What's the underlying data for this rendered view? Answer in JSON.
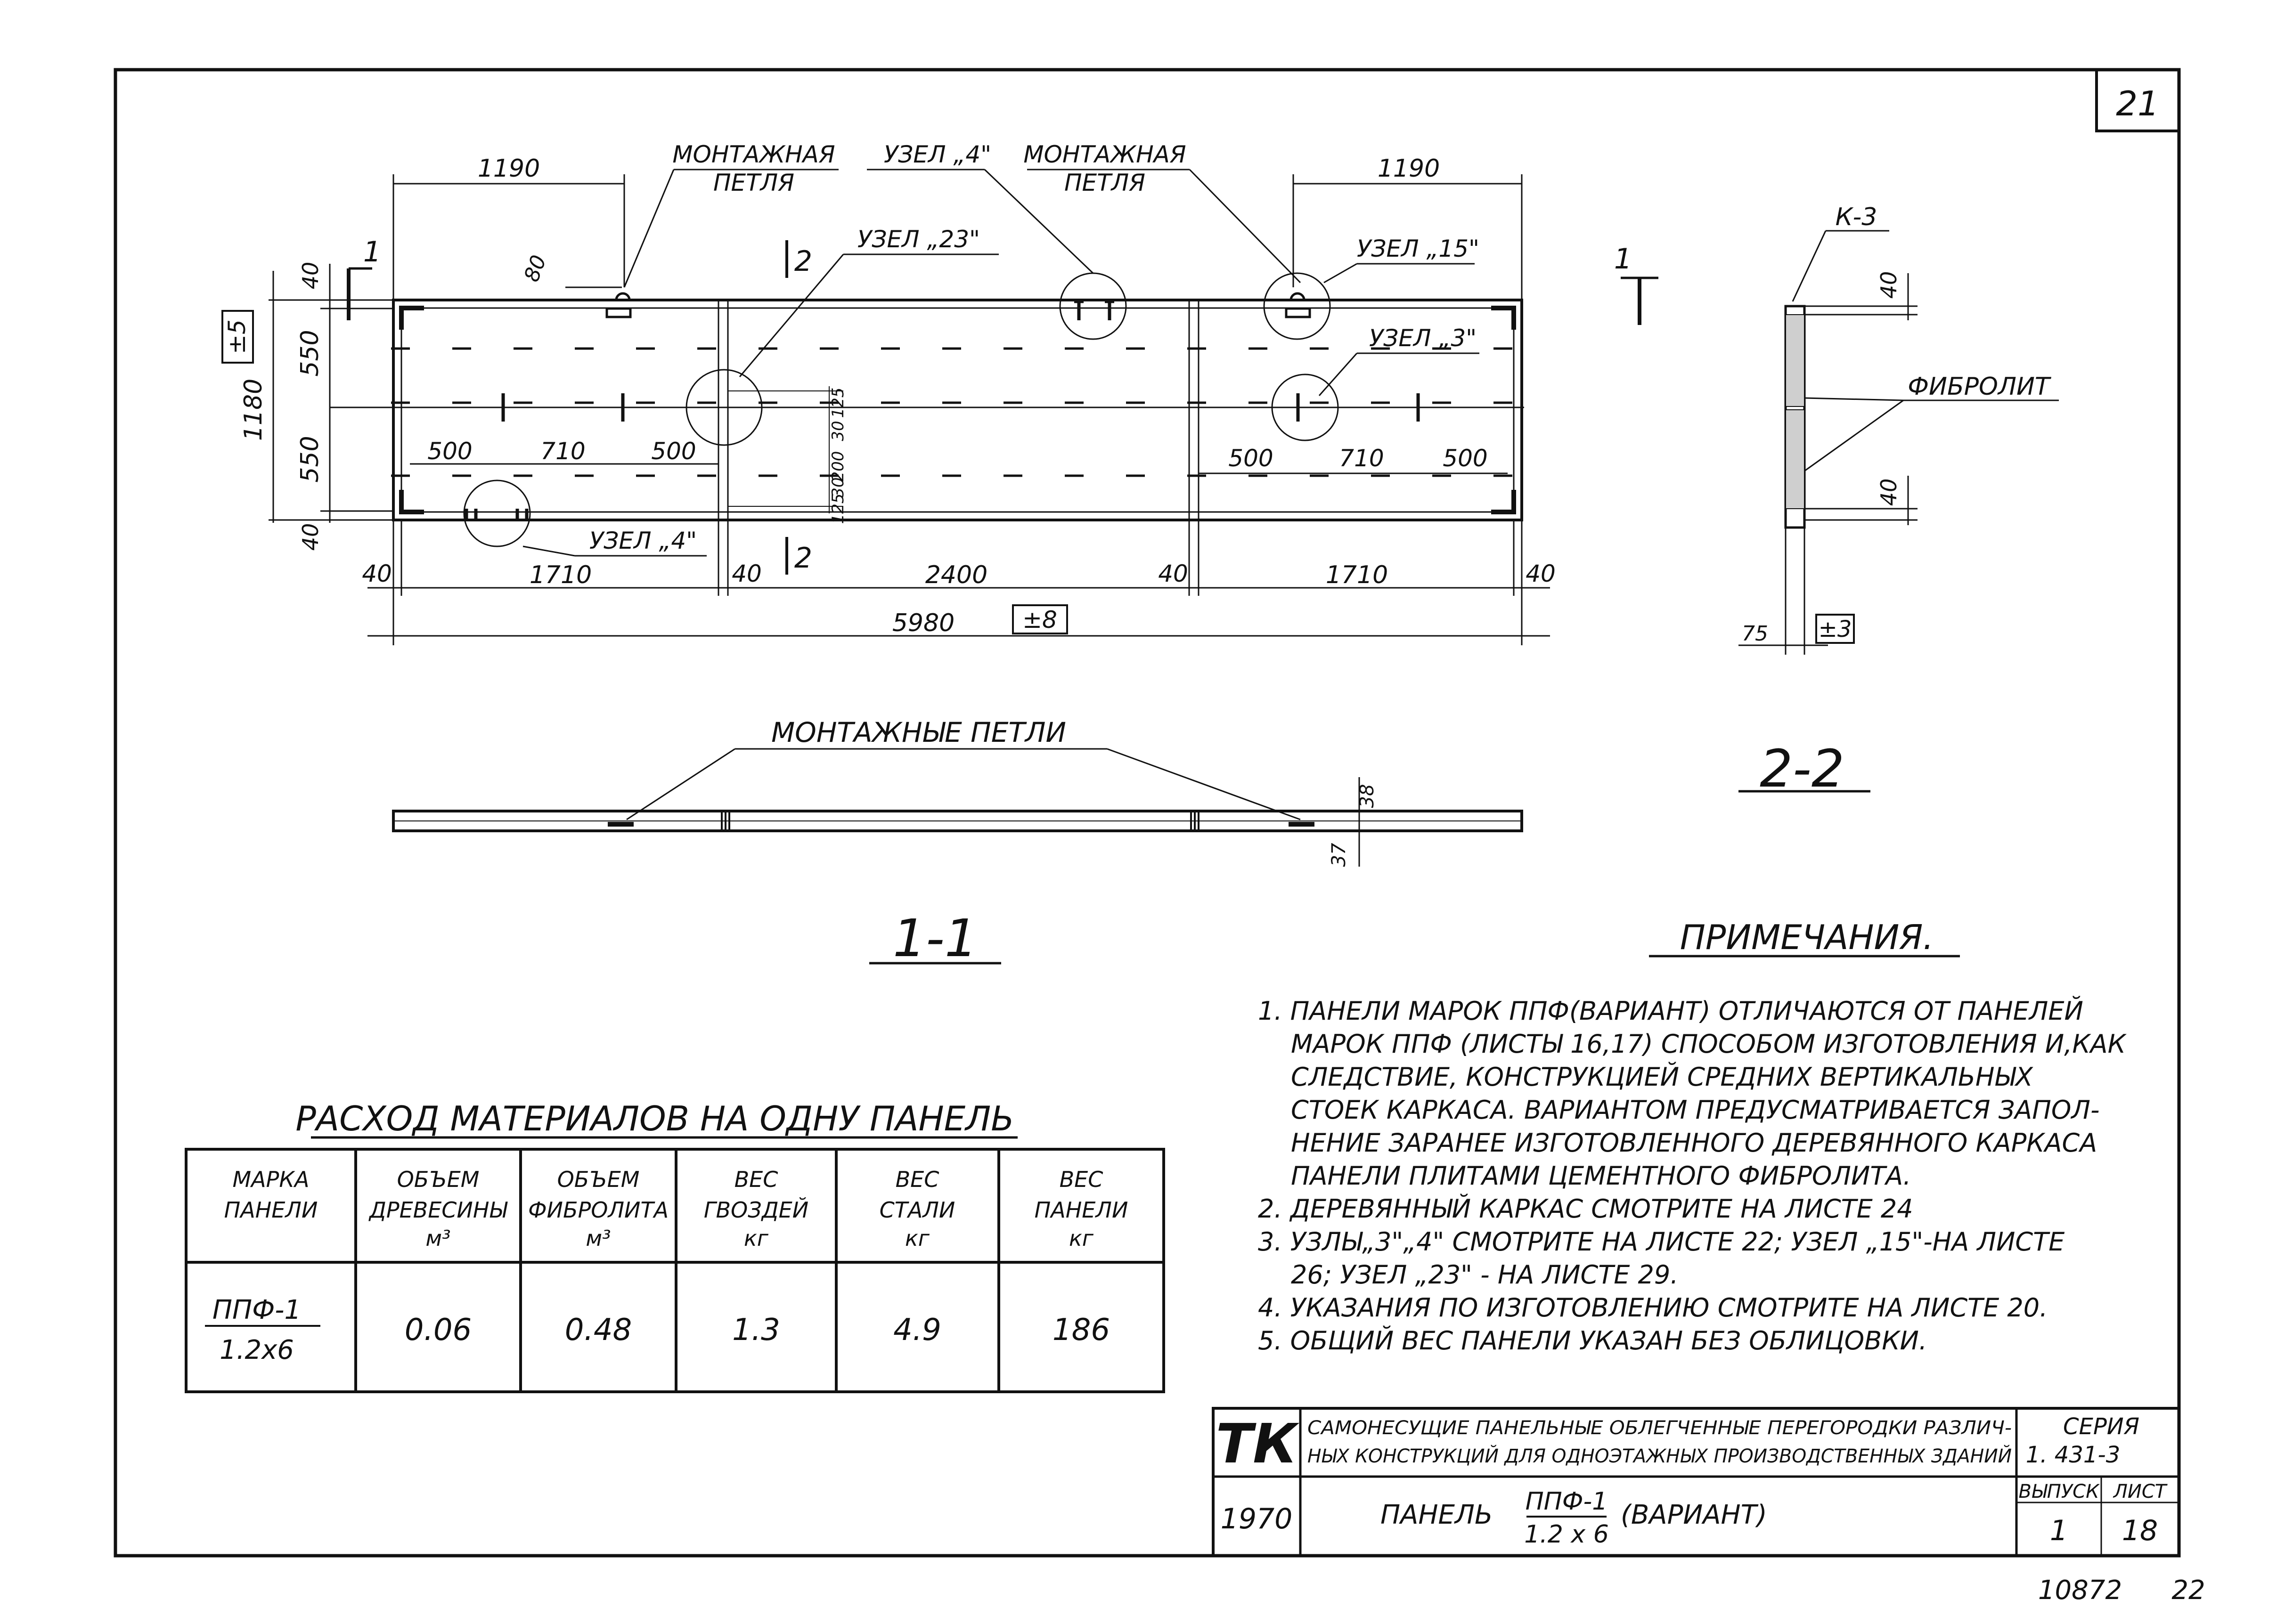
{
  "sheet_no": "21",
  "elevation": {
    "callouts": {
      "loop_left": [
        "МОНТАЖНАЯ",
        "ПЕТЛЯ"
      ],
      "node4_top": "УЗЕЛ „4\"",
      "loop_right": [
        "МОНТАЖНАЯ",
        "ПЕТЛЯ"
      ],
      "node23": "УЗЕЛ „23\"",
      "node15": "УЗЕЛ „15\"",
      "node3": "УЗЕЛ „3\"",
      "node4_bottom": "УЗЕЛ „4\""
    },
    "dims": {
      "top_left": "1190",
      "top_right": "1190",
      "loop_offset": "80",
      "left_40_top": "40",
      "left_550_a": "550",
      "left_550_b": "550",
      "left_40_bot": "40",
      "left_total": "1180",
      "tol_height": "±5",
      "nail_l1": "500",
      "nail_l2": "710",
      "nail_l3": "500",
      "nail_r1": "500",
      "nail_r2": "710",
      "nail_r3": "500",
      "c125a": "125",
      "c30a": "30",
      "c200": "200",
      "c30b": "30",
      "c125b": "125",
      "b40a": "40",
      "b1710a": "1710",
      "b40b": "40",
      "b2400": "2400",
      "b40c": "40",
      "b1710b": "1710",
      "b40d": "40",
      "total": "5980",
      "tol_length": "±8"
    },
    "section_marks": {
      "m1a": "1",
      "m2a": "2",
      "m2b": "2",
      "m1b": "1"
    }
  },
  "section22": {
    "label_k3": "К-3",
    "fibrolite": "ФИБРОЛИТ",
    "d40_top": "40",
    "d40_bot": "40",
    "d75": "75",
    "tol": "±3",
    "title": "2-2"
  },
  "section11": {
    "label": "МОНТАЖНЫЕ ПЕТЛИ",
    "d38": "38",
    "d37": "37",
    "title": "1-1"
  },
  "notes": {
    "title": "ПРИМЕЧАНИЯ.",
    "lines": [
      "1. ПАНЕЛИ МАРОК ППФ(ВАРИАНТ) ОТЛИЧАЮТСЯ ОТ ПАНЕЛЕЙ",
      "МАРОК ППФ (ЛИСТЫ 16,17) СПОСОБОМ ИЗГОТОВЛЕНИЯ И,КАК",
      "СЛЕДСТВИЕ, КОНСТРУКЦИЕЙ СРЕДНИХ ВЕРТИКАЛЬНЫХ",
      "СТОЕК КАРКАСА. ВАРИАНТОМ ПРЕДУСМАТРИВАЕТСЯ ЗАПОЛ-",
      "НЕНИЕ ЗАРАНЕЕ ИЗГОТОВЛЕННОГО ДЕРЕВЯННОГО КАРКАСА",
      "ПАНЕЛИ ПЛИТАМИ ЦЕМЕНТНОГО ФИБРОЛИТА.",
      "2. ДЕРЕВЯННЫЙ КАРКАС СМОТРИТЕ НА ЛИСТЕ 24",
      "3. УЗЛЫ„3\"„4\" СМОТРИТЕ НА ЛИСТЕ 22; УЗЕЛ „15\"-НА ЛИСТЕ",
      "26; УЗЕЛ „23\" - НА ЛИСТЕ 29.",
      "4. УКАЗАНИЯ ПО ИЗГОТОВЛЕНИЮ СМОТРИТЕ НА ЛИСТЕ 20.",
      "5. ОБЩИЙ ВЕС ПАНЕЛИ УКАЗАН БЕЗ ОБЛИЦОВКИ."
    ]
  },
  "materials": {
    "title": "РАСХОД МАТЕРИАЛОВ НА ОДНУ ПАНЕЛЬ",
    "headers": [
      [
        "МАРКА",
        "ПАНЕЛИ",
        ""
      ],
      [
        "ОБЪЕМ",
        "ДРЕВЕСИНЫ",
        "м³"
      ],
      [
        "ОБЪЕМ",
        "ФИБРОЛИТА",
        "м³"
      ],
      [
        "ВЕС",
        "ГВОЗДЕЙ",
        "кг"
      ],
      [
        "ВЕС",
        "СТАЛИ",
        "кг"
      ],
      [
        "ВЕС",
        "ПАНЕЛИ",
        "кг"
      ]
    ],
    "row": {
      "mark_top": "ППФ-1",
      "mark_bottom": "1.2х6",
      "values": [
        "0.06",
        "0.48",
        "1.3",
        "4.9",
        "186"
      ]
    }
  },
  "title_block": {
    "logo": "ТК",
    "desc_line1": "САМОНЕСУЩИЕ ПАНЕЛЬНЫЕ ОБЛЕГЧЕННЫЕ ПЕРЕГОРОДКИ РАЗЛИЧ-",
    "desc_line2": "НЫХ КОНСТРУКЦИЙ ДЛЯ ОДНОЭТАЖНЫХ ПРОИЗВОДСТВЕННЫХ ЗДАНИЙ",
    "series_label": "СЕРИЯ",
    "series_value": "1. 431-3",
    "year": "1970",
    "panel_word": "ПАНЕЛЬ",
    "panel_top": "ППФ-1",
    "panel_bottom": "1.2 х 6",
    "variant": "(ВАРИАНТ)",
    "issue_label": "ВЫПУСК",
    "issue_value": "1",
    "sheet_label": "ЛИСТ",
    "sheet_value": "18"
  },
  "footer": {
    "code": "10872",
    "page": "22"
  }
}
